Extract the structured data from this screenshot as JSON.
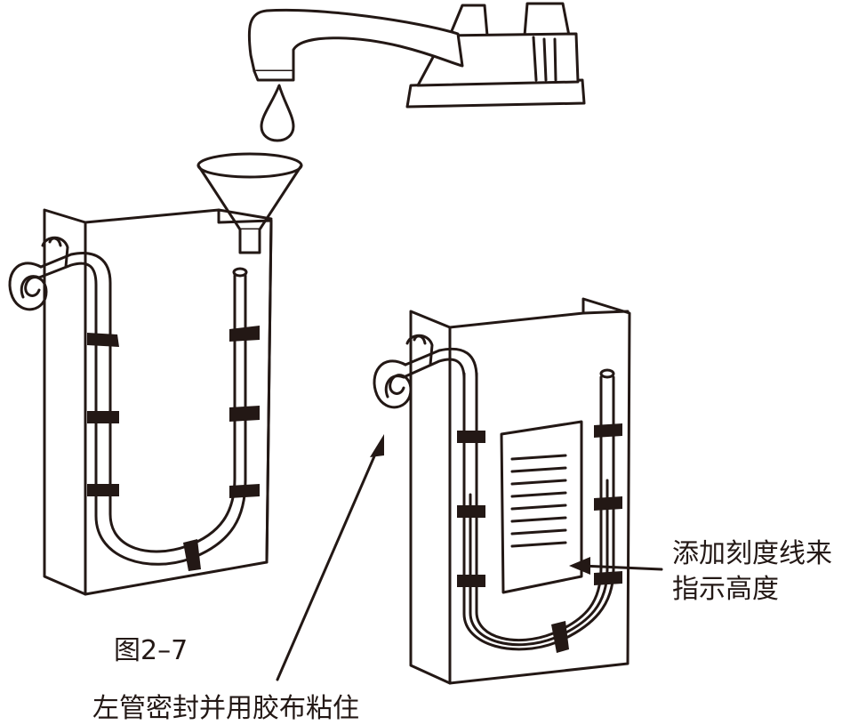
{
  "figure": {
    "caption": "图2–7",
    "annotation_seal_left_tube": "左管密封并用胶布粘住",
    "annotation_scale_line1": "添加刻度线来",
    "annotation_scale_line2": "指示高度"
  },
  "colors": {
    "ink": "#231815",
    "background": "#ffffff"
  }
}
